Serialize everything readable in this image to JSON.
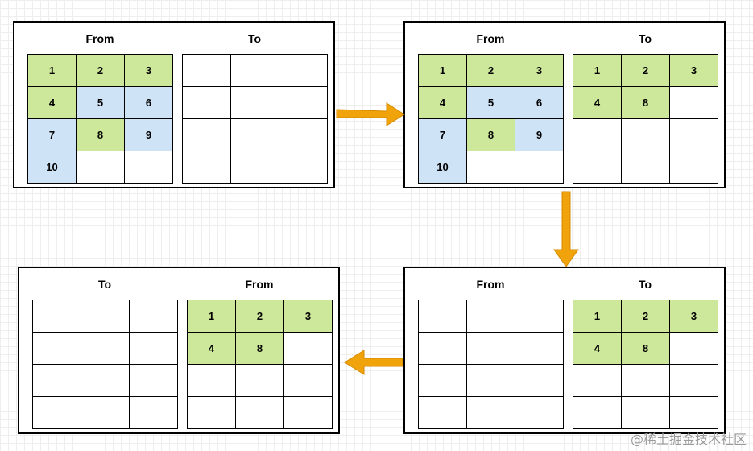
{
  "panels": [
    {
      "left_title": "From",
      "right_title": "To",
      "left_cells": [
        {
          "t": "1",
          "c": "g"
        },
        {
          "t": "2",
          "c": "g"
        },
        {
          "t": "3",
          "c": "g"
        },
        {
          "t": "4",
          "c": "g"
        },
        {
          "t": "5",
          "c": "b"
        },
        {
          "t": "6",
          "c": "b"
        },
        {
          "t": "7",
          "c": "b"
        },
        {
          "t": "8",
          "c": "g"
        },
        {
          "t": "9",
          "c": "b"
        },
        {
          "t": "10",
          "c": "b"
        },
        {
          "t": "",
          "c": ""
        },
        {
          "t": "",
          "c": ""
        }
      ],
      "right_cells": [
        {
          "t": "",
          "c": ""
        },
        {
          "t": "",
          "c": ""
        },
        {
          "t": "",
          "c": ""
        },
        {
          "t": "",
          "c": ""
        },
        {
          "t": "",
          "c": ""
        },
        {
          "t": "",
          "c": ""
        },
        {
          "t": "",
          "c": ""
        },
        {
          "t": "",
          "c": ""
        },
        {
          "t": "",
          "c": ""
        },
        {
          "t": "",
          "c": ""
        },
        {
          "t": "",
          "c": ""
        },
        {
          "t": "",
          "c": ""
        }
      ]
    },
    {
      "left_title": "From",
      "right_title": "To",
      "left_cells": [
        {
          "t": "1",
          "c": "g"
        },
        {
          "t": "2",
          "c": "g"
        },
        {
          "t": "3",
          "c": "g"
        },
        {
          "t": "4",
          "c": "g"
        },
        {
          "t": "5",
          "c": "b"
        },
        {
          "t": "6",
          "c": "b"
        },
        {
          "t": "7",
          "c": "b"
        },
        {
          "t": "8",
          "c": "g"
        },
        {
          "t": "9",
          "c": "b"
        },
        {
          "t": "10",
          "c": "b"
        },
        {
          "t": "",
          "c": ""
        },
        {
          "t": "",
          "c": ""
        }
      ],
      "right_cells": [
        {
          "t": "1",
          "c": "g"
        },
        {
          "t": "2",
          "c": "g"
        },
        {
          "t": "3",
          "c": "g"
        },
        {
          "t": "4",
          "c": "g"
        },
        {
          "t": "8",
          "c": "g"
        },
        {
          "t": "",
          "c": ""
        },
        {
          "t": "",
          "c": ""
        },
        {
          "t": "",
          "c": ""
        },
        {
          "t": "",
          "c": ""
        },
        {
          "t": "",
          "c": ""
        },
        {
          "t": "",
          "c": ""
        },
        {
          "t": "",
          "c": ""
        }
      ]
    },
    {
      "left_title": "From",
      "right_title": "To",
      "left_cells": [
        {
          "t": "",
          "c": ""
        },
        {
          "t": "",
          "c": ""
        },
        {
          "t": "",
          "c": ""
        },
        {
          "t": "",
          "c": ""
        },
        {
          "t": "",
          "c": ""
        },
        {
          "t": "",
          "c": ""
        },
        {
          "t": "",
          "c": ""
        },
        {
          "t": "",
          "c": ""
        },
        {
          "t": "",
          "c": ""
        },
        {
          "t": "",
          "c": ""
        },
        {
          "t": "",
          "c": ""
        },
        {
          "t": "",
          "c": ""
        }
      ],
      "right_cells": [
        {
          "t": "1",
          "c": "g"
        },
        {
          "t": "2",
          "c": "g"
        },
        {
          "t": "3",
          "c": "g"
        },
        {
          "t": "4",
          "c": "g"
        },
        {
          "t": "8",
          "c": "g"
        },
        {
          "t": "",
          "c": ""
        },
        {
          "t": "",
          "c": ""
        },
        {
          "t": "",
          "c": ""
        },
        {
          "t": "",
          "c": ""
        },
        {
          "t": "",
          "c": ""
        },
        {
          "t": "",
          "c": ""
        },
        {
          "t": "",
          "c": ""
        }
      ]
    },
    {
      "left_title": "To",
      "right_title": "From",
      "left_cells": [
        {
          "t": "",
          "c": ""
        },
        {
          "t": "",
          "c": ""
        },
        {
          "t": "",
          "c": ""
        },
        {
          "t": "",
          "c": ""
        },
        {
          "t": "",
          "c": ""
        },
        {
          "t": "",
          "c": ""
        },
        {
          "t": "",
          "c": ""
        },
        {
          "t": "",
          "c": ""
        },
        {
          "t": "",
          "c": ""
        },
        {
          "t": "",
          "c": ""
        },
        {
          "t": "",
          "c": ""
        },
        {
          "t": "",
          "c": ""
        }
      ],
      "right_cells": [
        {
          "t": "1",
          "c": "g"
        },
        {
          "t": "2",
          "c": "g"
        },
        {
          "t": "3",
          "c": "g"
        },
        {
          "t": "4",
          "c": "g"
        },
        {
          "t": "8",
          "c": "g"
        },
        {
          "t": "",
          "c": ""
        },
        {
          "t": "",
          "c": ""
        },
        {
          "t": "",
          "c": ""
        },
        {
          "t": "",
          "c": ""
        },
        {
          "t": "",
          "c": ""
        },
        {
          "t": "",
          "c": ""
        },
        {
          "t": "",
          "c": ""
        }
      ]
    }
  ],
  "colors": {
    "green": "#cde89a",
    "blue": "#cfe3f7",
    "arrow": "#f0a30a"
  },
  "watermark": "@稀土掘金技术社区"
}
